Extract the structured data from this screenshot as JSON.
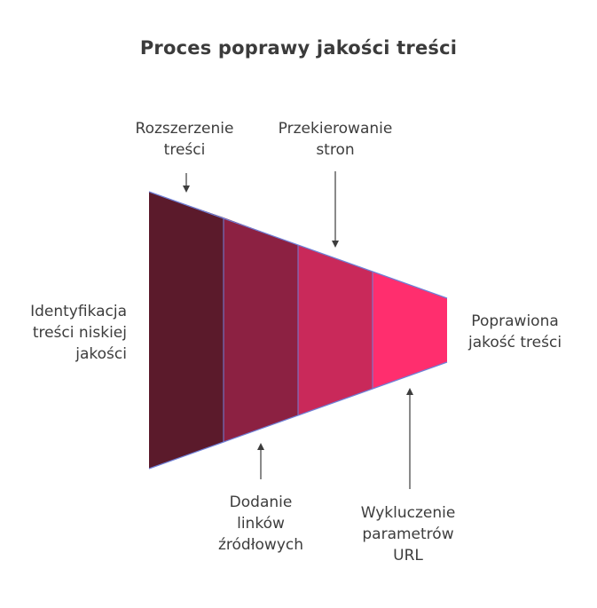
{
  "title": "Proces poprawy jakości treści",
  "labels": {
    "identify": [
      "Identyfikacja",
      "treści niskiej",
      "jakości"
    ],
    "expansion": [
      "Rozszerzenie",
      "treści"
    ],
    "redirect": [
      "Przekierowanie",
      "stron"
    ],
    "links": [
      "Dodanie",
      "linków",
      "źródłowych"
    ],
    "params": [
      "Wykluczenie",
      "parametrów",
      "URL"
    ],
    "improved": [
      "Poprawiona",
      "jakość treści"
    ]
  },
  "colors": {
    "segment_1": "#5b1a2b",
    "segment_2": "#8c2142",
    "segment_3": "#c9295a",
    "segment_4": "#ff2e6e",
    "edge": "#6f7fd6",
    "arrow": "#3d3d3d"
  }
}
